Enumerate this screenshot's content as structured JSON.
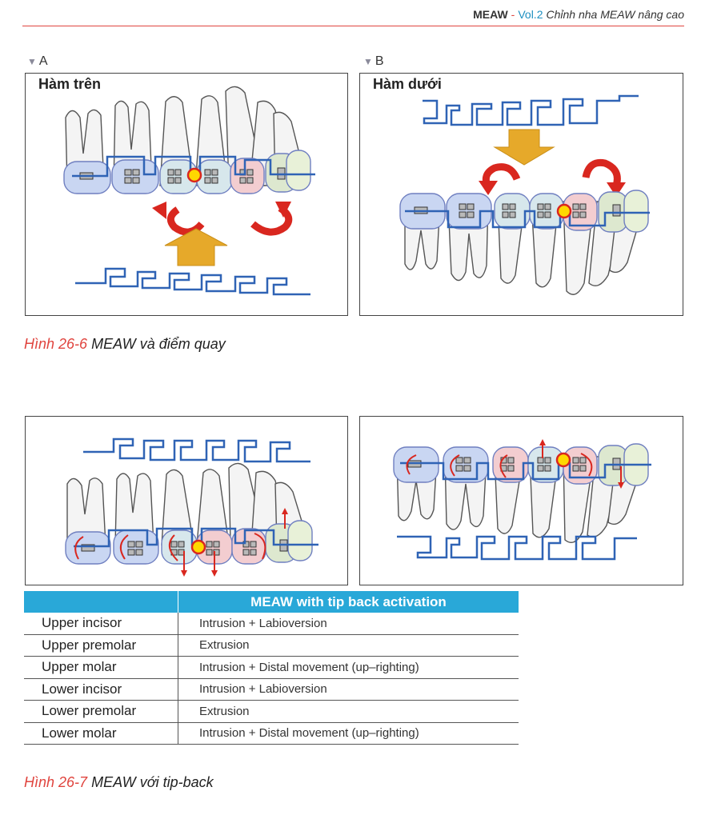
{
  "header": {
    "brand": "MEAW",
    "separator": "-",
    "volume": "Vol.2",
    "book_title": "Chỉnh nha MEAW nâng cao"
  },
  "figure1": {
    "label_a": "A",
    "label_b": "B",
    "panel_a_title": "Hàm trên",
    "panel_b_title": "Hàm dưới",
    "caption_number": "Hình 26-6",
    "caption_text": "MEAW và điểm quay"
  },
  "table": {
    "header": "MEAW with tip back activation",
    "rows": [
      {
        "tooth": "Upper incisor",
        "movement": "Intrusion + Labioversion"
      },
      {
        "tooth": "Upper premolar",
        "movement": "Extrusion"
      },
      {
        "tooth": "Upper molar",
        "movement": "Intrusion + Distal movement (up–righting)"
      },
      {
        "tooth": "Lower incisor",
        "movement": "Intrusion + Labioversion"
      },
      {
        "tooth": "Lower premolar",
        "movement": "Extrusion"
      },
      {
        "tooth": "Lower molar",
        "movement": "Intrusion + Distal movement (up–righting)"
      }
    ]
  },
  "figure2": {
    "caption_number": "Hình 26-7",
    "caption_text": "MEAW với tip-back"
  },
  "colors": {
    "accent_red": "#e0453f",
    "accent_blue": "#29a8d8",
    "wire_blue": "#2f63b5",
    "arrow_yellow": "#e6a92a"
  }
}
